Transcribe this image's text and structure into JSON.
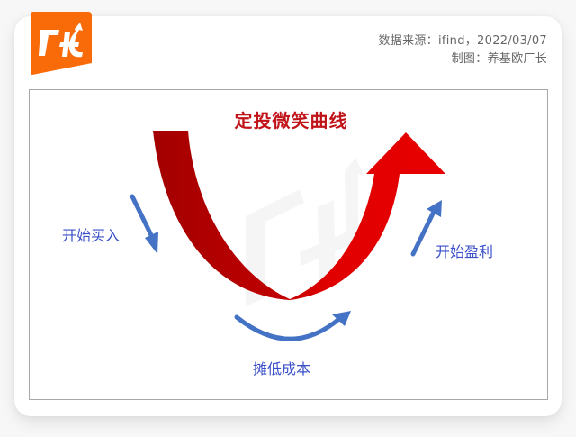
{
  "header": {
    "logo_text": "厂长",
    "logo_color": "#f96b09",
    "source_line": "数据来源：ifind，2022/03/07",
    "author_line": "制图：养基欧厂长"
  },
  "diagram": {
    "title": "定投微笑曲线",
    "labels": {
      "start_buy": "开始买入",
      "lower_cost": "摊低成本",
      "start_profit": "开始盈利"
    },
    "colors": {
      "curve_dark": "#a80000",
      "curve_bright": "#e60000",
      "arrow_blue": "#4472c4",
      "label_blue": "#3a4fc8",
      "title_red": "#c0141a"
    },
    "watermark_text": "厂长"
  }
}
